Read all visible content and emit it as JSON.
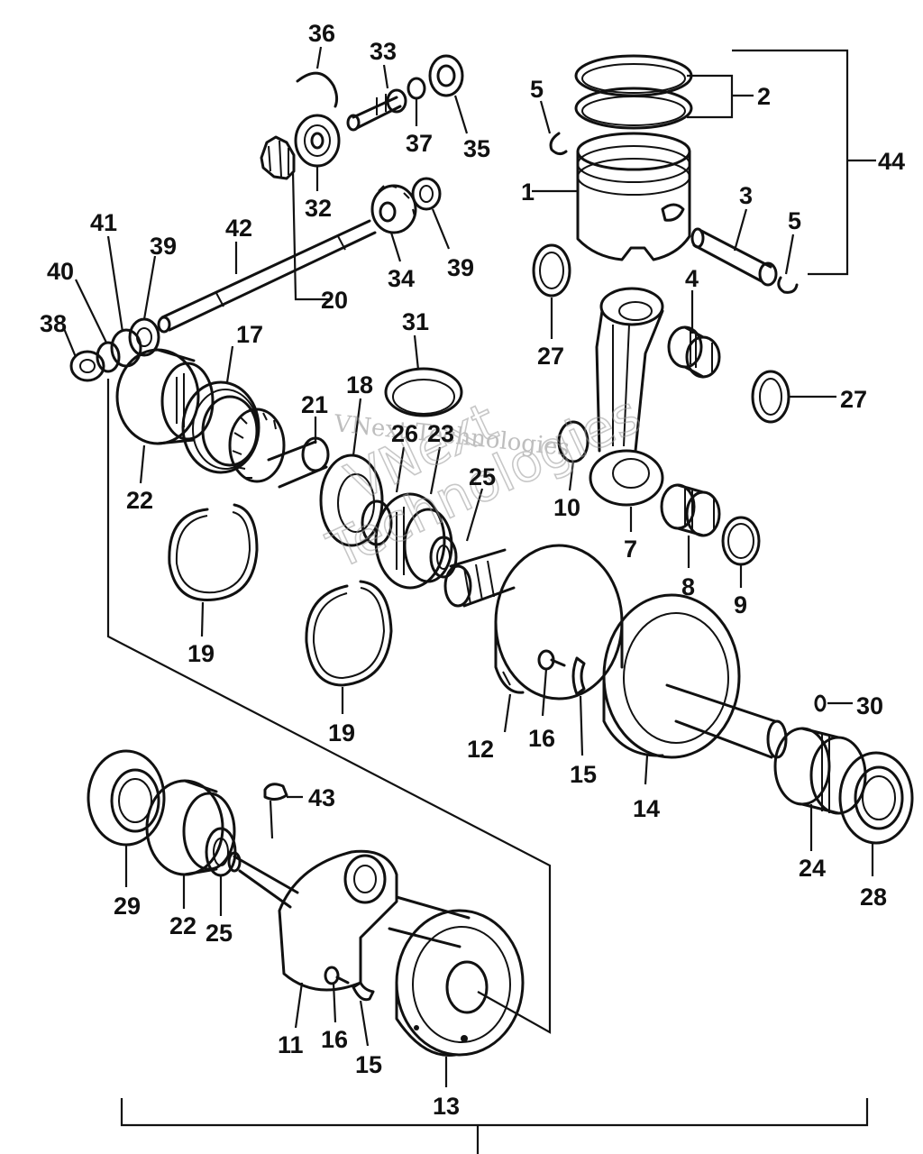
{
  "watermark": {
    "line1": "VNext",
    "line2": "Technologies",
    "center_text": "VNext Technologies"
  },
  "callouts": {
    "c1": "1",
    "c2": "2",
    "c3": "3",
    "c4": "4",
    "c5a": "5",
    "c5b": "5",
    "c7": "7",
    "c8": "8",
    "c9": "9",
    "c10": "10",
    "c11": "11",
    "c12": "12",
    "c13": "13",
    "c14": "14",
    "c15a": "15",
    "c15b": "15",
    "c16a": "16",
    "c16b": "16",
    "c17": "17",
    "c18": "18",
    "c19a": "19",
    "c19b": "19",
    "c20": "20",
    "c21": "21",
    "c22a": "22",
    "c22b": "22",
    "c23": "23",
    "c24": "24",
    "c25a": "25",
    "c25b": "25",
    "c26": "26",
    "c27a": "27",
    "c27b": "27",
    "c28": "28",
    "c29": "29",
    "c30": "30",
    "c31": "31",
    "c32": "32",
    "c33": "33",
    "c34": "34",
    "c35": "35",
    "c36": "36",
    "c37": "37",
    "c38": "38",
    "c39a": "39",
    "c39b": "39",
    "c40": "40",
    "c41": "41",
    "c42": "42",
    "c43": "43",
    "c44": "44"
  }
}
